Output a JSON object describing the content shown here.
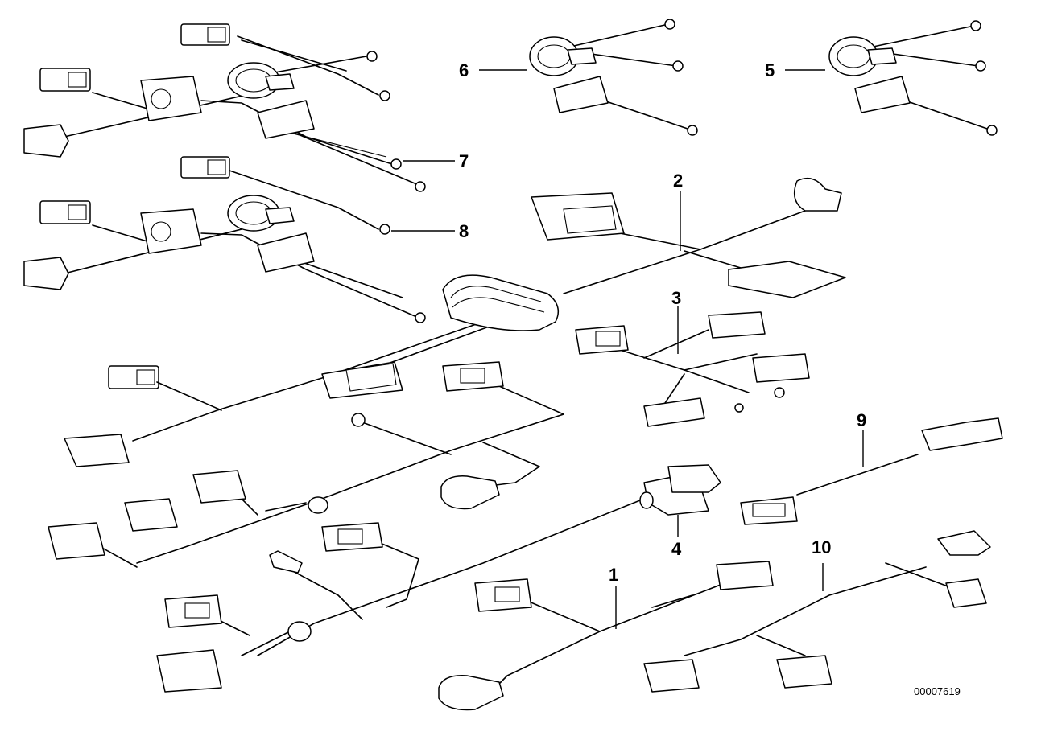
{
  "diagram": {
    "reference_number": "00007619",
    "callouts": [
      {
        "id": "1",
        "label": "1"
      },
      {
        "id": "2",
        "label": "2"
      },
      {
        "id": "3",
        "label": "3"
      },
      {
        "id": "4",
        "label": "4"
      },
      {
        "id": "5",
        "label": "5"
      },
      {
        "id": "6",
        "label": "6"
      },
      {
        "id": "7",
        "label": "7"
      },
      {
        "id": "8",
        "label": "8"
      },
      {
        "id": "9",
        "label": "9"
      },
      {
        "id": "10",
        "label": "10"
      }
    ]
  }
}
